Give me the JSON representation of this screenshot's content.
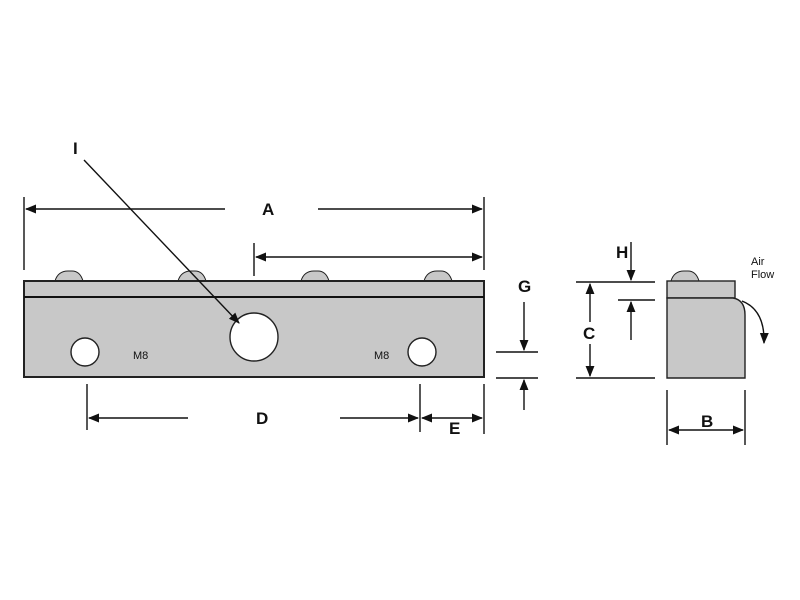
{
  "labels": {
    "A": "A",
    "B": "B",
    "C": "C",
    "D": "D",
    "E": "E",
    "G": "G",
    "H": "H",
    "I": "I",
    "thread_left": "M8",
    "thread_right": "M8",
    "air_flow_line1": "Air",
    "air_flow_line2": "Flow"
  },
  "colors": {
    "body": "#c8c8c8",
    "line": "#111111",
    "hole": "#ffffff"
  }
}
